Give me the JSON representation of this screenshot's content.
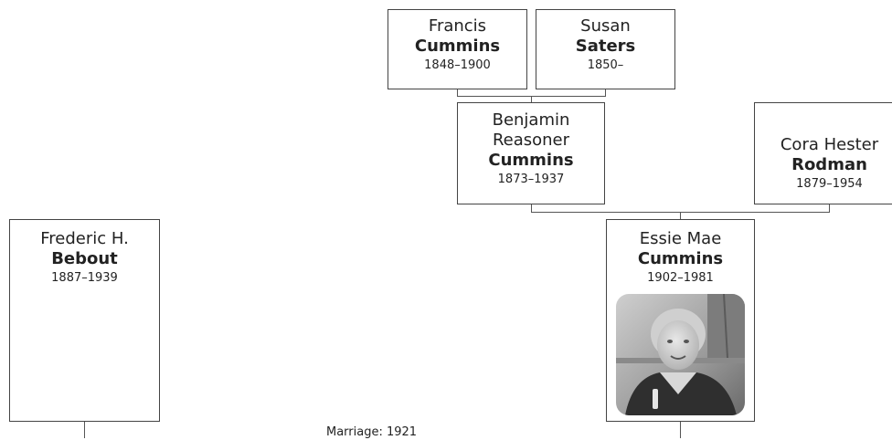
{
  "people": {
    "francis": {
      "given": "Francis",
      "surname": "Cummins",
      "dates": "1848–1900"
    },
    "susan": {
      "given": "Susan",
      "surname": "Saters",
      "dates": "1850–"
    },
    "benjamin": {
      "given_line1": "Benjamin",
      "given_line2": "Reasoner",
      "surname": "Cummins",
      "dates": "1873–1937"
    },
    "cora": {
      "given": "Cora Hester",
      "surname": "Rodman",
      "dates": "1879–1954"
    },
    "frederic": {
      "given": "Frederic H.",
      "surname": "Bebout",
      "dates": "1887–1939"
    },
    "essie": {
      "given": "Essie Mae",
      "surname": "Cummins",
      "dates": "1902–1981"
    }
  },
  "marriage_label": "Marriage: 1921",
  "colors": {
    "border": "#444444",
    "line": "#555555",
    "text": "#222222",
    "background": "#ffffff"
  }
}
